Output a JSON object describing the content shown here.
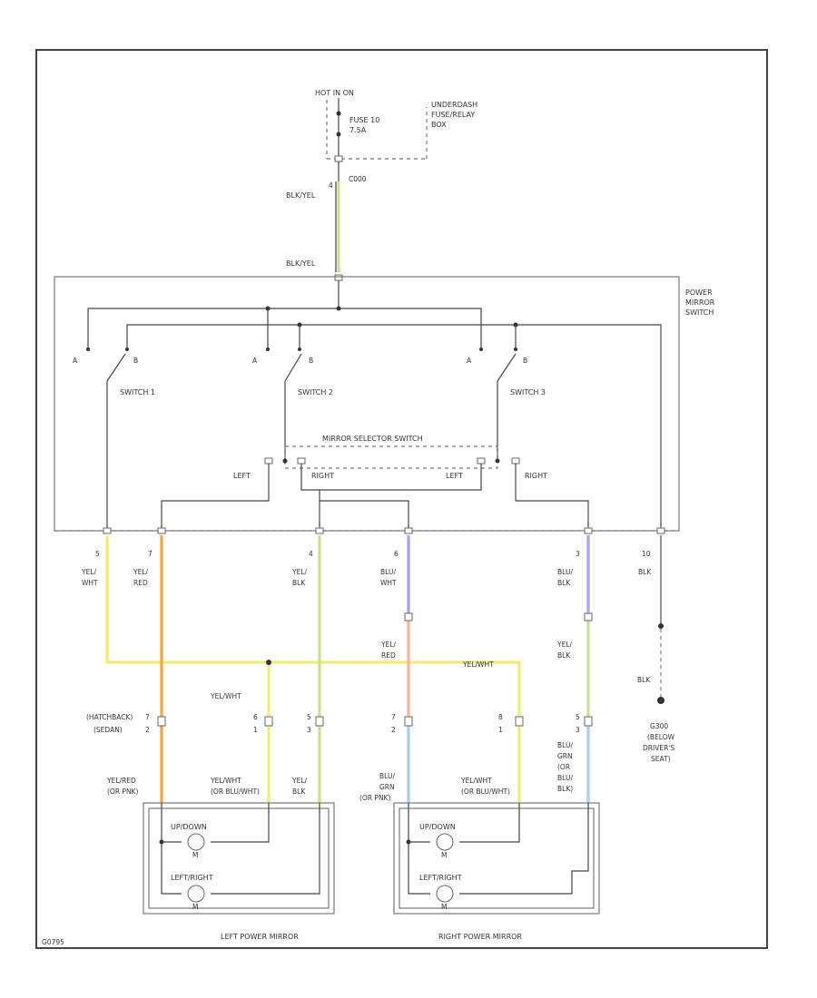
{
  "colors": {
    "yellow": "#f2ec72",
    "orange": "#f4a63a",
    "violet": "#a7a3f0",
    "green": "#c9df8e",
    "pink": "#f4b49a",
    "blue": "#a9cde6",
    "black": "#444444"
  },
  "header": {
    "hot": "HOT IN ON",
    "fuse": [
      "FUSE 10",
      "7.5A"
    ],
    "fusebox": [
      "UNDERDASH",
      "FUSE/RELAY",
      "BOX"
    ],
    "conn": "C000",
    "pin": "4"
  },
  "feed": {
    "upper": "BLK/YEL",
    "lower": "BLK/YEL"
  },
  "power_switch": [
    "POWER",
    "MIRROR",
    "SWITCH"
  ],
  "switches": [
    {
      "name": "SWITCH 1",
      "a": "A",
      "b": "B"
    },
    {
      "name": "SWITCH 2",
      "a": "A",
      "b": "B"
    },
    {
      "name": "SWITCH 3",
      "a": "A",
      "b": "B"
    }
  ],
  "selector": {
    "title": "MIRROR SELECTOR SWITCH",
    "left1": "LEFT",
    "right1": "RIGHT",
    "left2": "LEFT",
    "right2": "RIGHT"
  },
  "pins": [
    {
      "num": "5",
      "color": [
        "YEL/",
        "WHT"
      ]
    },
    {
      "num": "7",
      "color": [
        "YEL/",
        "RED"
      ]
    },
    {
      "num": "4",
      "color": [
        "YEL/",
        "BLK"
      ]
    },
    {
      "num": "6",
      "color": [
        "BLU/",
        "WHT"
      ]
    },
    {
      "num": "3",
      "color": [
        "BLU/",
        "BLK"
      ]
    },
    {
      "num": "10",
      "color": [
        "BLK"
      ]
    }
  ],
  "mid": {
    "yelred": [
      "YEL/",
      "RED"
    ],
    "yelwht_right": "YEL/WHT",
    "yelwht_left": "YEL/WHT",
    "yelblk": [
      "YEL/",
      "BLK"
    ],
    "blk": "BLK",
    "ground": [
      "G300",
      "(BELOW",
      "DRIVER'S",
      "SEAT)"
    ]
  },
  "left_conn": {
    "hatch": "(HATCHBACK)",
    "sedan": "(SEDAN)",
    "p_hatch": "7",
    "p_sedan": "2",
    "yw": [
      "6",
      "1"
    ],
    "yb": [
      "5",
      "3"
    ]
  },
  "right_conn": {
    "p1": [
      "7",
      "2"
    ],
    "p2": [
      "8",
      "1"
    ],
    "p3": [
      "5",
      "3"
    ]
  },
  "left_mirror": {
    "title": "LEFT POWER MIRROR",
    "w1": [
      "YEL/RED",
      "(OR PNK)"
    ],
    "w2": [
      "YEL/WHT",
      "(OR BLU/WHT)"
    ],
    "w3": [
      "YEL/",
      "BLK"
    ],
    "m1": "UP/DOWN",
    "m2": "LEFT/RIGHT",
    "motor": "M"
  },
  "right_mirror": {
    "title": "RIGHT POWER MIRROR",
    "w1": [
      "BLU/",
      "GRN",
      "(OR PNK)"
    ],
    "w2": [
      "YEL/WHT",
      "(OR BLU/WHT)"
    ],
    "w3": [
      "BLU/",
      "GRN",
      "(OR",
      "BLU/",
      "BLK)"
    ],
    "m1": "UP/DOWN",
    "m2": "LEFT/RIGHT",
    "motor": "M"
  },
  "footer_code": "G0795"
}
